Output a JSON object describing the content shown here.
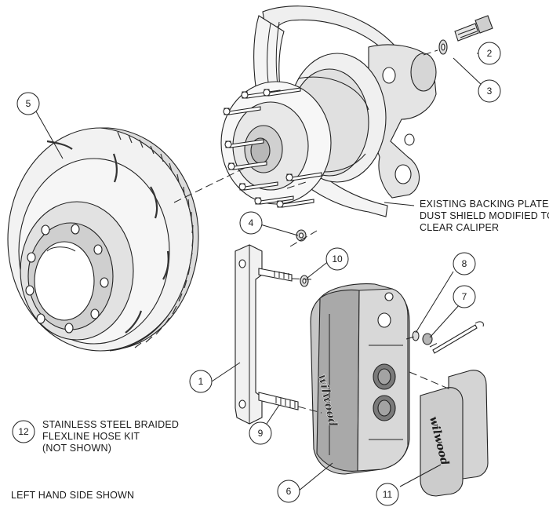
{
  "colors": {
    "line": "#222222",
    "shade_light": "#eeeeee",
    "shade_mid": "#c8c8c8",
    "shade_dark": "#9a9a9a",
    "background": "#ffffff"
  },
  "callouts": [
    {
      "id": "1",
      "label": "1"
    },
    {
      "id": "2",
      "label": "2"
    },
    {
      "id": "3",
      "label": "3"
    },
    {
      "id": "4",
      "label": "4"
    },
    {
      "id": "5",
      "label": "5"
    },
    {
      "id": "6",
      "label": "6"
    },
    {
      "id": "7",
      "label": "7"
    },
    {
      "id": "8",
      "label": "8"
    },
    {
      "id": "9",
      "label": "9"
    },
    {
      "id": "10",
      "label": "10"
    },
    {
      "id": "11",
      "label": "11"
    },
    {
      "id": "12",
      "label": "12"
    }
  ],
  "notes": {
    "backing_plate": [
      "EXISTING BACKING PLATE/",
      "DUST SHIELD MODIFIED TO",
      "CLEAR CALIPER"
    ],
    "hose_kit": [
      "STAINLESS STEEL BRAIDED",
      "FLEXLINE HOSE KIT",
      "(NOT SHOWN)"
    ],
    "side": "LEFT HAND SIDE SHOWN"
  },
  "logos": {
    "caliper": "wilwood",
    "pad": "wilwood"
  }
}
